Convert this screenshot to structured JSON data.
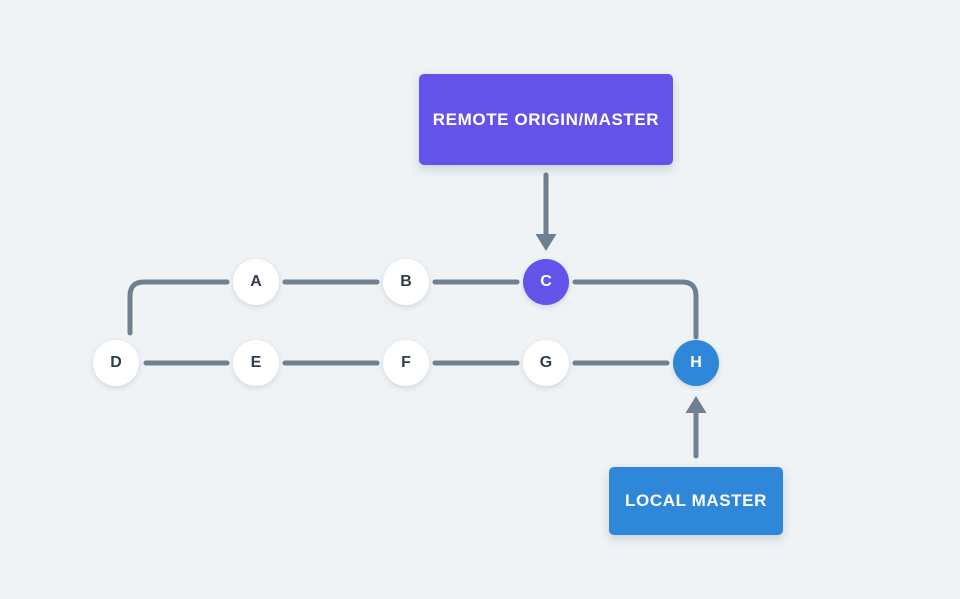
{
  "boxes": {
    "remote": {
      "label": "REMOTE ORIGIN/MASTER",
      "color": "#6453e9"
    },
    "local": {
      "label": "LOCAL MASTER",
      "color": "#2e87d8"
    }
  },
  "nodes": [
    {
      "id": "A",
      "label": "A",
      "fill": "#ffffff"
    },
    {
      "id": "B",
      "label": "B",
      "fill": "#ffffff"
    },
    {
      "id": "C",
      "label": "C",
      "fill": "#6453e9"
    },
    {
      "id": "D",
      "label": "D",
      "fill": "#ffffff"
    },
    {
      "id": "E",
      "label": "E",
      "fill": "#ffffff"
    },
    {
      "id": "F",
      "label": "F",
      "fill": "#ffffff"
    },
    {
      "id": "G",
      "label": "G",
      "fill": "#2e87d8"
    },
    {
      "id": "H",
      "label": "H",
      "fill": "#2e87d8"
    }
  ],
  "edges": [
    {
      "from": "A",
      "to": "B",
      "type": "line"
    },
    {
      "from": "B",
      "to": "C",
      "type": "line"
    },
    {
      "from": "D",
      "to": "E",
      "type": "line"
    },
    {
      "from": "E",
      "to": "F",
      "type": "line"
    },
    {
      "from": "F",
      "to": "G",
      "type": "line"
    },
    {
      "from": "G",
      "to": "H",
      "type": "line"
    },
    {
      "from": "D",
      "to": "A",
      "type": "branch-curve"
    },
    {
      "from": "C",
      "to": "H",
      "type": "merge-curve"
    },
    {
      "from": "remote-box",
      "to": "C",
      "type": "arrow-down"
    },
    {
      "from": "local-box",
      "to": "H",
      "type": "arrow-up"
    }
  ],
  "colors": {
    "background": "#eff3f6",
    "connector": "#708090",
    "remote_purple": "#6453e9",
    "local_blue": "#2e87d8",
    "node_text": "#2f3d4d",
    "node_fill": "#ffffff"
  }
}
